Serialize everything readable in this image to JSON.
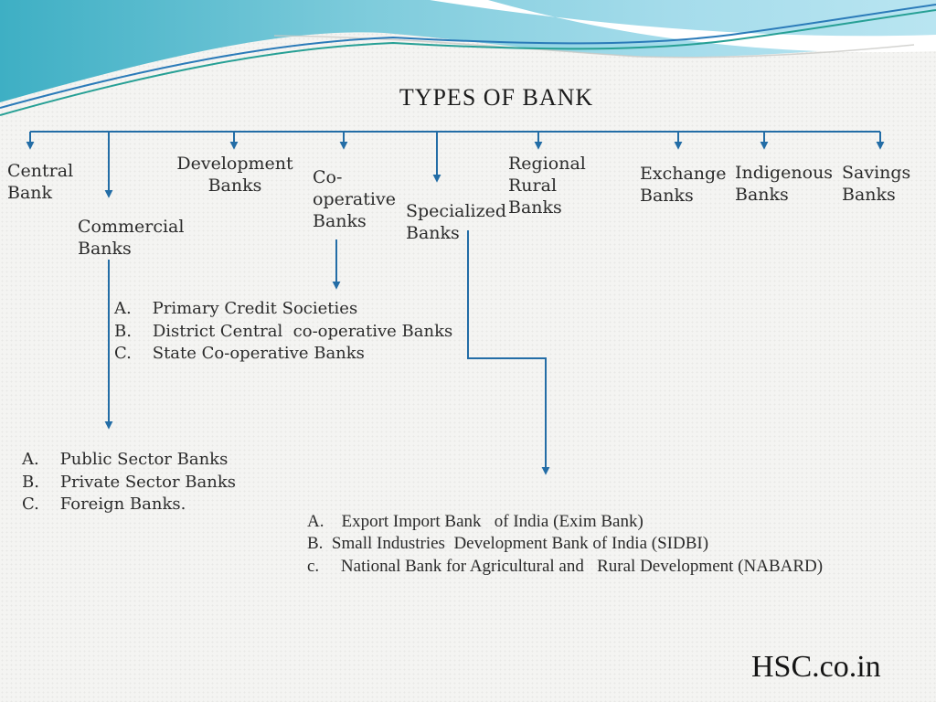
{
  "title": "TYPES OF BANK",
  "watermark": "HSC.co.in",
  "colors": {
    "connector": "#236da6",
    "wave_teal_dark": "#3eafc4",
    "wave_teal_light": "#b9e5f1",
    "accent_blue": "#2b7bb9",
    "accent_green": "#27a095",
    "background": "#f4f4f2",
    "text": "#2b2b2b"
  },
  "branches": [
    {
      "label": "Central Bank"
    },
    {
      "label": "Commercial Banks"
    },
    {
      "label": "Development Banks"
    },
    {
      "label": "Co-operative Banks"
    },
    {
      "label": "Specialized Banks"
    },
    {
      "label": "Regional Rural Banks"
    },
    {
      "label": "Exchange Banks"
    },
    {
      "label": "Indigenous Banks"
    },
    {
      "label": "Savings Banks"
    }
  ],
  "lists": {
    "cooperative": {
      "items": [
        "A.    Primary Credit Societies",
        "B.    District Central  co-operative Banks",
        "C.    State Co-operative Banks"
      ]
    },
    "commercial": {
      "items": [
        "A.    Public Sector Banks",
        "B.    Private Sector Banks",
        "C.    Foreign Banks."
      ]
    },
    "specialized": {
      "items": [
        "A.    Export Import Bank   of India (Exim Bank)",
        "B.  Small Industries  Development Bank of India (SIDBI)",
        "c.     National Bank for Agricultural and   Rural Development (NABARD)"
      ]
    }
  }
}
